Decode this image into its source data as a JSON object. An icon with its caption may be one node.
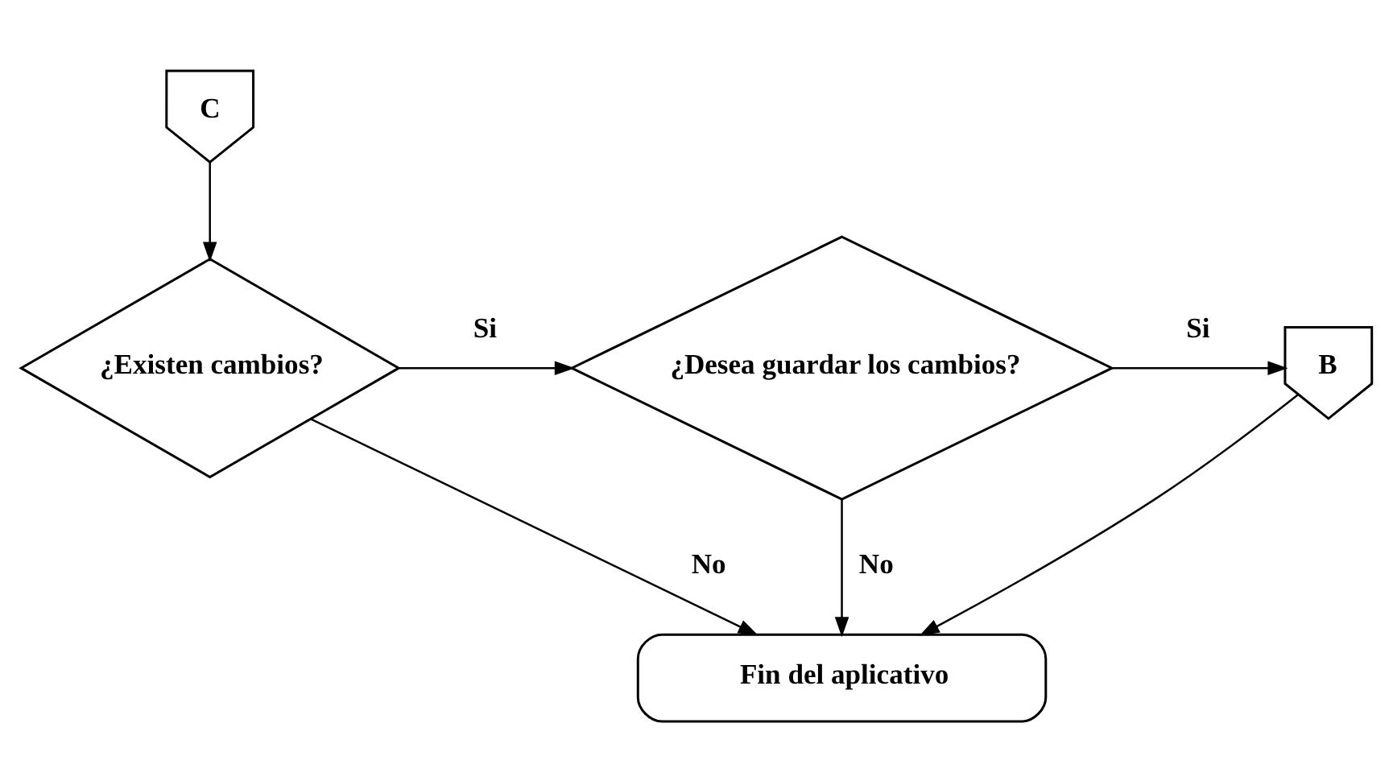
{
  "diagram": {
    "nodes": [
      {
        "text": [
          "C"
        ]
      },
      {
        "text": [
          "¿Existen cambios?"
        ]
      },
      {
        "text": [
          "¿Desea guardar los cambios?"
        ]
      },
      {
        "text": [
          "B"
        ]
      },
      {
        "text": [
          "Fin del aplicativo"
        ]
      }
    ],
    "edges": [
      {
        "from": 0,
        "to": 1,
        "arrow": "to"
      },
      {
        "from": 1,
        "to": 2,
        "arrow": "to",
        "label": "Si"
      },
      {
        "from": 2,
        "to": 3,
        "arrow": "to",
        "label": "Si"
      },
      {
        "from": 1,
        "to": 4,
        "arrow": "to",
        "label": "No"
      },
      {
        "from": 2,
        "to": 4,
        "arrow": "to",
        "label": "No"
      },
      {
        "from": 3,
        "to": 4,
        "arrow": "to"
      }
    ]
  }
}
